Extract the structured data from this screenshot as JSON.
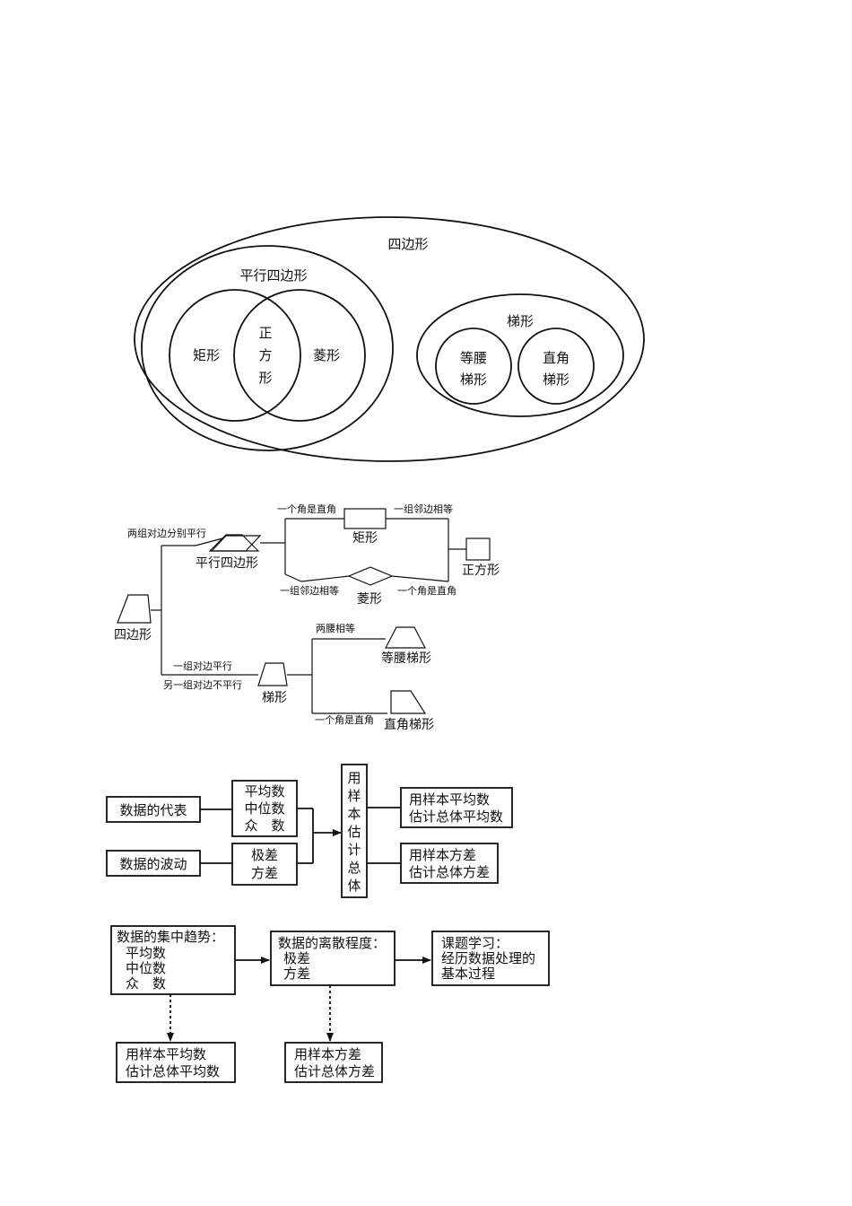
{
  "venn": {
    "quadrilateral": "四边形",
    "parallelogram": "平行四边形",
    "rectangle": "矩形",
    "square_1": "正",
    "square_2": "方",
    "square_3": "形",
    "rhombus": "菱形",
    "trapezoid": "梯形",
    "isosceles_1": "等腰",
    "isosceles_2": "梯形",
    "right_1": "直角",
    "right_2": "梯形"
  },
  "tree": {
    "quadrilateral": "四边形",
    "both_pairs_parallel": "两组对边分别平行",
    "parallelogram": "平行四边形",
    "one_right_angle_top": "一个角是直角",
    "rectangle": "矩形",
    "adjacent_equal_top": "一组邻边相等",
    "square": "正方形",
    "adjacent_equal_bottom": "一组邻边相等",
    "rhombus": "菱形",
    "one_right_angle_mid": "一个角是直角",
    "one_pair_parallel": "一组对边平行",
    "other_pair_not_parallel": "另一组对边不平行",
    "trapezoid": "梯形",
    "legs_equal": "两腰相等",
    "isosceles_trapezoid": "等腰梯形",
    "one_right_angle_bottom": "一个角是直角",
    "right_trapezoid": "直角梯形"
  },
  "stats1": {
    "representative": "数据的代表",
    "fluctuation": "数据的波动",
    "mean": "平均数",
    "median": "中位数",
    "mode": "众　数",
    "range": "极差",
    "variance": "方差",
    "estimate_chars": [
      "用",
      "样",
      "本",
      "估",
      "计",
      "总",
      "体"
    ],
    "est_mean_1": "用样本平均数",
    "est_mean_2": "估计总体平均数",
    "est_var_1": "用样本方差",
    "est_var_2": "估计总体方差"
  },
  "stats2": {
    "central_title": "数据的集中趋势：",
    "central_mean": "平均数",
    "central_median": "中位数",
    "central_mode": "众　数",
    "dispersion_title": "数据的离散程度：",
    "dispersion_range": "极差",
    "dispersion_variance": "方差",
    "project_1": "课题学习：",
    "project_2": "经历数据处理的",
    "project_3": "基本过程",
    "est_mean_1": "用样本平均数",
    "est_mean_2": "估计总体平均数",
    "est_var_1": "用样本方差",
    "est_var_2": "估计总体方差"
  }
}
